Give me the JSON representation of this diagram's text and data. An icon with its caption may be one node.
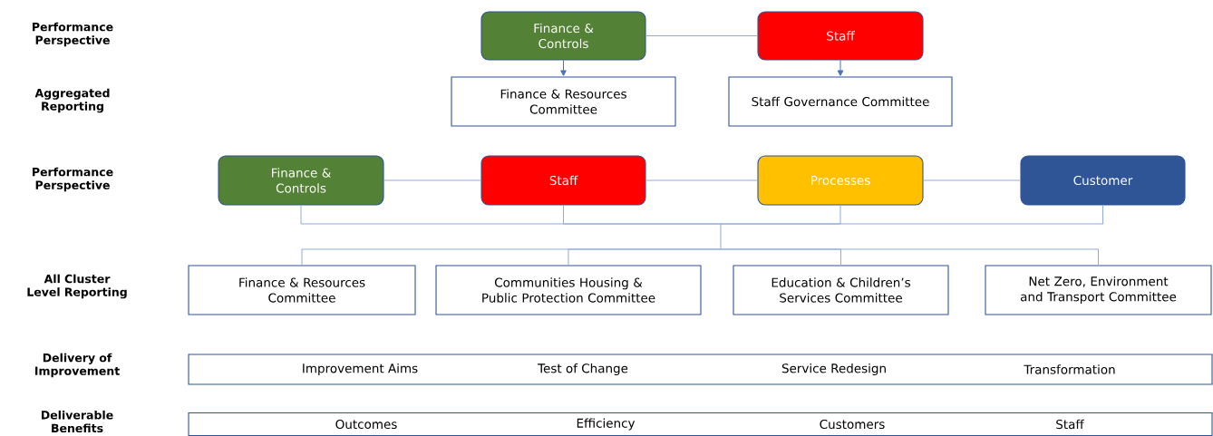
{
  "diagram": {
    "nodes": [
      {
        "text": [
          "Finance & Controls"
        ]
      },
      {
        "text": [
          "Staff"
        ]
      },
      {
        "text": [
          "Finance & Resources Committee"
        ]
      },
      {
        "text": [
          "Staff Governance Committee"
        ]
      },
      {
        "text": [
          "Finance & Controls"
        ]
      },
      {
        "text": [
          "Staff"
        ]
      },
      {
        "text": [
          "Processes"
        ]
      },
      {
        "text": [
          "Customer"
        ]
      },
      {
        "text": [
          "Finance & Resources Committee"
        ]
      },
      {
        "text": [
          "Communities Housing & Public Protection Committee"
        ]
      },
      {
        "text": [
          "Education & Children’s Services Committee"
        ]
      },
      {
        "text": [
          "Net Zero, Environment and Transport Committee"
        ]
      },
      {
        "text": [
          "Improvement Aims",
          "Test of Change",
          "Service Redesign",
          "Transformation"
        ]
      },
      {
        "text": [
          "Outcomes",
          "Efficiency",
          "Customers",
          "Staff"
        ]
      }
    ],
    "edges": [
      {
        "from": 0,
        "to": 1,
        "arrow": "none"
      },
      {
        "from": 0,
        "to": 2,
        "arrow": "to"
      },
      {
        "from": 1,
        "to": 3,
        "arrow": "to"
      },
      {
        "from": 4,
        "to": 5,
        "arrow": "none"
      },
      {
        "from": 5,
        "to": 6,
        "arrow": "none"
      },
      {
        "from": 6,
        "to": 7,
        "arrow": "none"
      },
      {
        "from": 4,
        "to": 8,
        "arrow": "none"
      },
      {
        "from": 4,
        "to": 9,
        "arrow": "none"
      },
      {
        "from": 4,
        "to": 10,
        "arrow": "none"
      },
      {
        "from": 4,
        "to": 11,
        "arrow": "none"
      },
      {
        "from": 5,
        "to": 8,
        "arrow": "none"
      },
      {
        "from": 5,
        "to": 9,
        "arrow": "none"
      },
      {
        "from": 5,
        "to": 10,
        "arrow": "none"
      },
      {
        "from": 5,
        "to": 11,
        "arrow": "none"
      },
      {
        "from": 6,
        "to": 8,
        "arrow": "none"
      },
      {
        "from": 6,
        "to": 9,
        "arrow": "none"
      },
      {
        "from": 6,
        "to": 10,
        "arrow": "none"
      },
      {
        "from": 6,
        "to": 11,
        "arrow": "none"
      },
      {
        "from": 7,
        "to": 8,
        "arrow": "none"
      },
      {
        "from": 7,
        "to": 9,
        "arrow": "none"
      },
      {
        "from": 7,
        "to": 10,
        "arrow": "none"
      },
      {
        "from": 7,
        "to": 11,
        "arrow": "none"
      }
    ],
    "labels": [
      "Performance Perspective",
      "Aggregated Reporting",
      "Performance Perspective",
      "All Cluster Level Reporting",
      "Delivery of Improvement",
      "Deliverable Benefits"
    ]
  }
}
